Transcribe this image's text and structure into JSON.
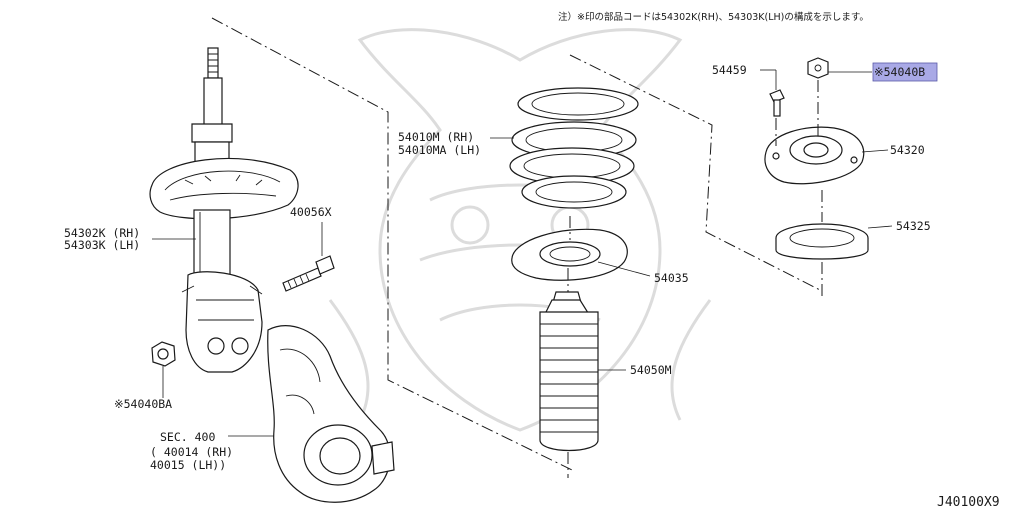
{
  "note": "注）※印の部品コードは54302K(RH)、54303K(LH)の構成を示します。",
  "figure_code": "J40100X9",
  "labels": {
    "strut": [
      "54302K (RH)",
      "54303K (LH)"
    ],
    "bolt": "40056X",
    "nut_lower": "※54040BA",
    "knuckle": [
      "SEC. 400",
      "( 40014 (RH)",
      "  40015 (LH))"
    ],
    "spring": [
      "54010M  (RH)",
      "54010MA (LH)"
    ],
    "seat": "54035",
    "boot": "54050M",
    "stud": "54459",
    "nut_upper": "※54040B",
    "mount": "54320",
    "bearing": "54325"
  },
  "highlight_color": "#a9a9e6"
}
